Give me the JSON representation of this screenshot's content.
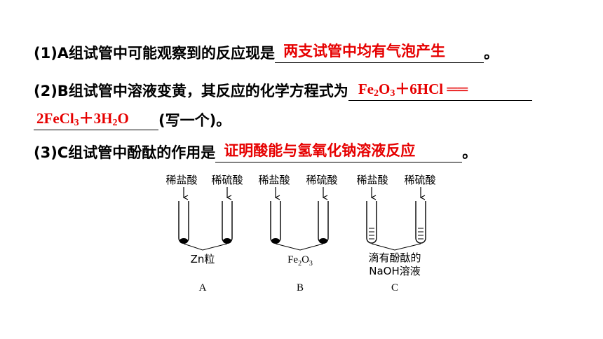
{
  "questions": {
    "q1": {
      "prefix": "(1)A组试管中可能观察到的反应现是",
      "answer": "两支试管中均有气泡产生",
      "suffix": "。"
    },
    "q2": {
      "prefix": "(2)B组试管中溶液变黄，其反应的化学方程式为",
      "answer_line1": {
        "fe": "Fe",
        "s1": "2",
        "o": "O",
        "s2": "3",
        "rest": "＋6HCl ══"
      },
      "answer_line2": {
        "fecl": "2FeCl",
        "s1": "3",
        "mid": "＋3H",
        "s2": "2",
        "o": "O"
      },
      "suffix": "(写一个)。"
    },
    "q3": {
      "prefix": "(3)C组试管中酚酞的作用是",
      "answer": "证明酸能与氢氧化钠溶液反应",
      "suffix": "。"
    }
  },
  "diagram": {
    "reagents": [
      "稀盐酸",
      "稀硫酸",
      "稀盐酸",
      "稀硫酸",
      "稀盐酸",
      "稀硫酸"
    ],
    "groupA": {
      "substance": "Zn粒",
      "letter": "A"
    },
    "groupB": {
      "substance_fe": "Fe",
      "s1": "2",
      "substance_o": "O",
      "s2": "3",
      "letter": "B"
    },
    "groupC": {
      "substance_line1": "滴有酚酞的",
      "substance_line2": "NaOH溶液",
      "letter": "C"
    }
  },
  "colors": {
    "answer": "#e60000",
    "text": "#000000"
  }
}
